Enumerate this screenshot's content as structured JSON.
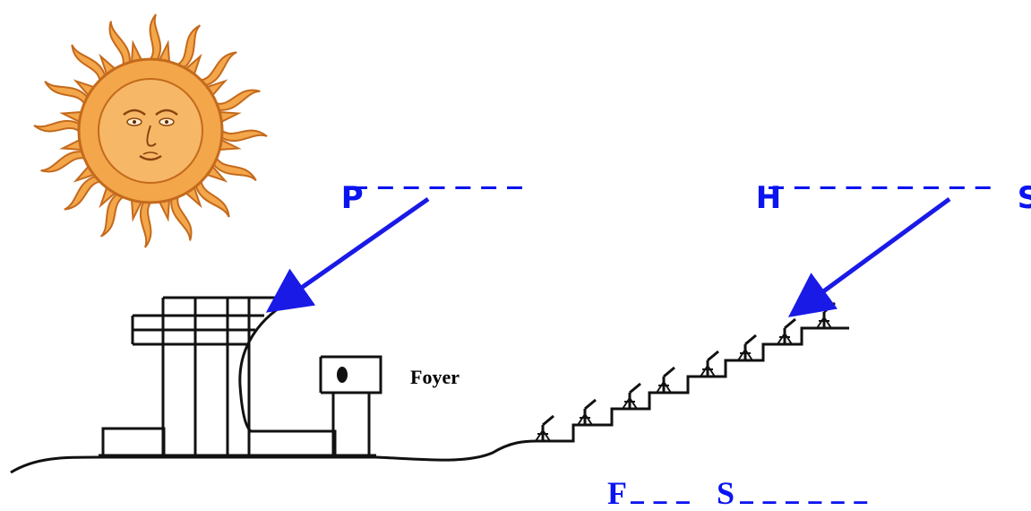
{
  "labels": {
    "p_blank": "P",
    "h_blank_start": "H",
    "h_blank_end": "S",
    "f_blank": "F",
    "s_blank": "S",
    "foyer": "Foyer"
  },
  "colors": {
    "label_blue": "#0a14f0",
    "arrow_blue": "#1a1ae6",
    "sun_orange": "#f3a64a",
    "sun_dark": "#c46a1c",
    "line": "#111111"
  },
  "icons": [
    "sun-icon",
    "spotlight-icon"
  ]
}
